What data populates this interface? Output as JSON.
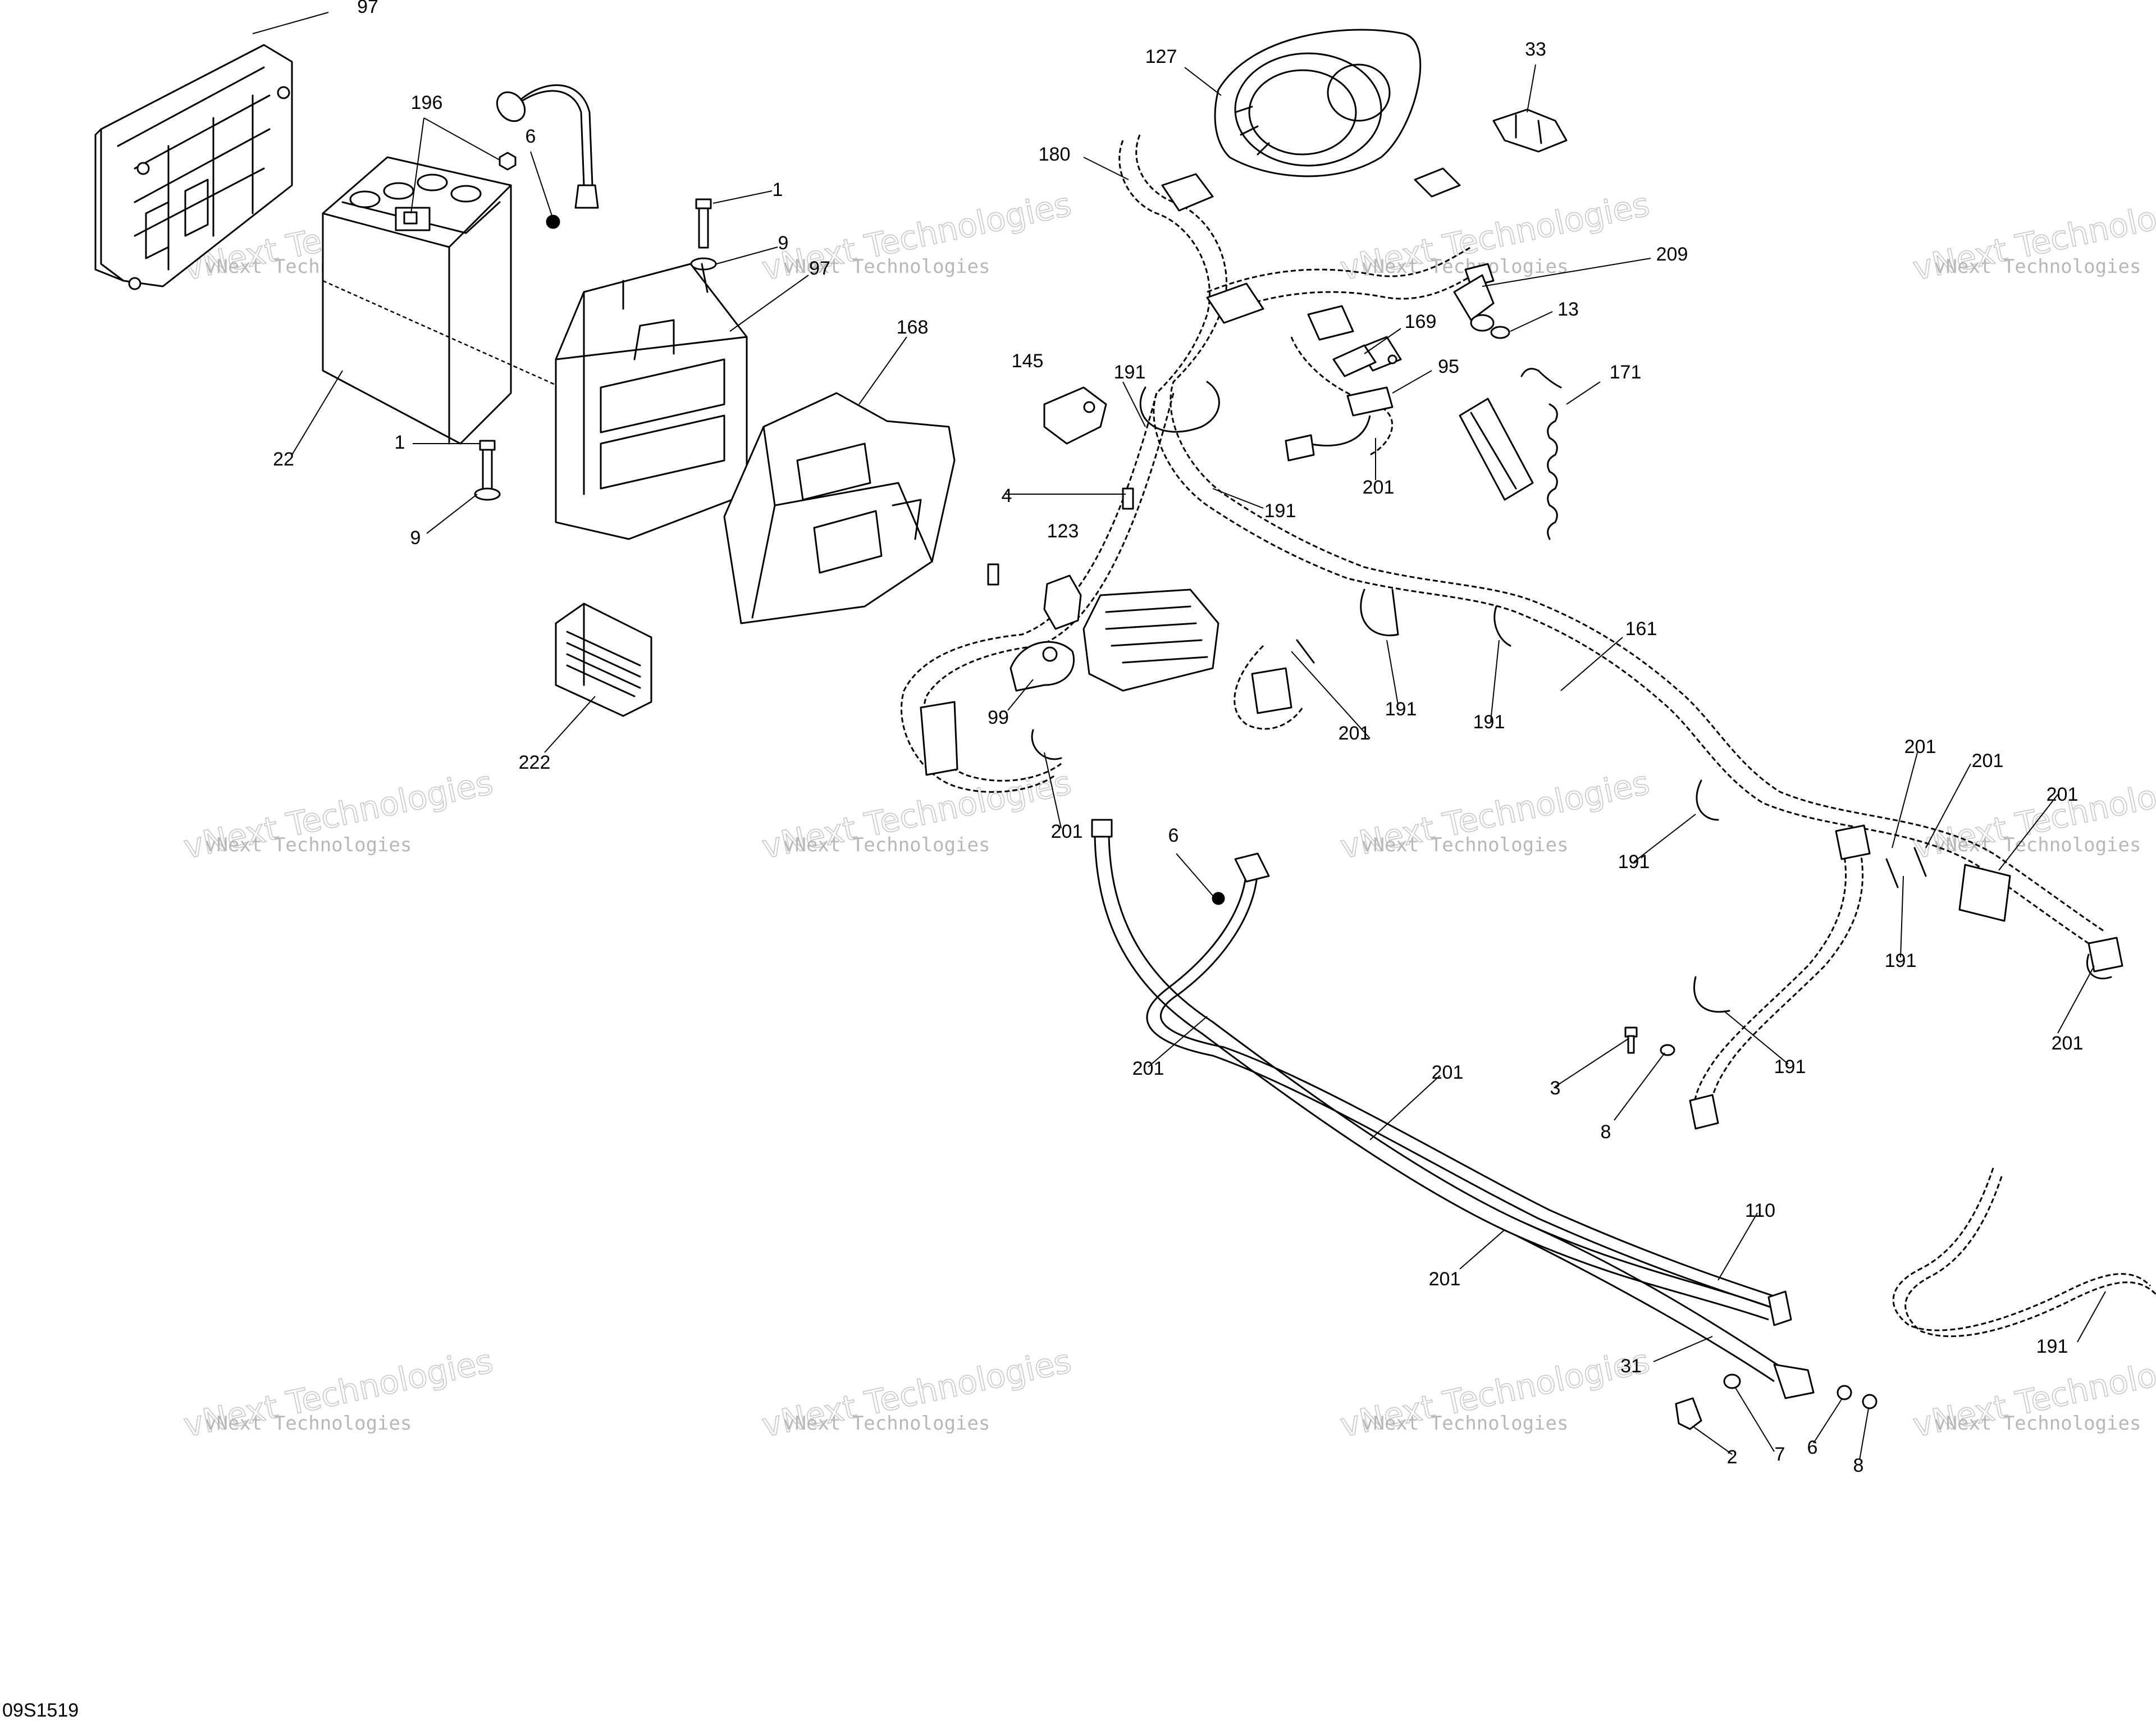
{
  "diagram": {
    "code": "09S1519",
    "watermark_line1": "vNext Technologies",
    "watermark_line2": "vNext Technologies",
    "callouts": {
      "c97a": "97",
      "c196": "196",
      "c6a": "6",
      "c22": "22",
      "c1a": "1",
      "c9a": "9",
      "c1b": "1",
      "c9b": "9",
      "c97b": "97",
      "c168": "168",
      "c222": "222",
      "c127": "127",
      "c33": "33",
      "c180": "180",
      "c209": "209",
      "c13": "13",
      "c169": "169",
      "c145": "145",
      "c191a": "191",
      "c95": "95",
      "c171": "171",
      "c201a": "201",
      "c191b": "191",
      "c4": "4",
      "c123": "123",
      "c161": "161",
      "c99": "99",
      "c191c": "191",
      "c191d": "191",
      "c201b": "201",
      "c201c": "201",
      "c201d": "201",
      "c201e": "201",
      "c201f": "201",
      "c191e": "191",
      "c6b": "6",
      "c191f": "191",
      "c201g": "201",
      "c191g": "191",
      "c3": "3",
      "c8a": "8",
      "c201h": "201",
      "c201i": "201",
      "c201j": "201",
      "c110": "110",
      "c31": "31",
      "c7": "7",
      "c2": "2",
      "c6c": "6",
      "c8b": "8",
      "c191h": "191"
    }
  }
}
